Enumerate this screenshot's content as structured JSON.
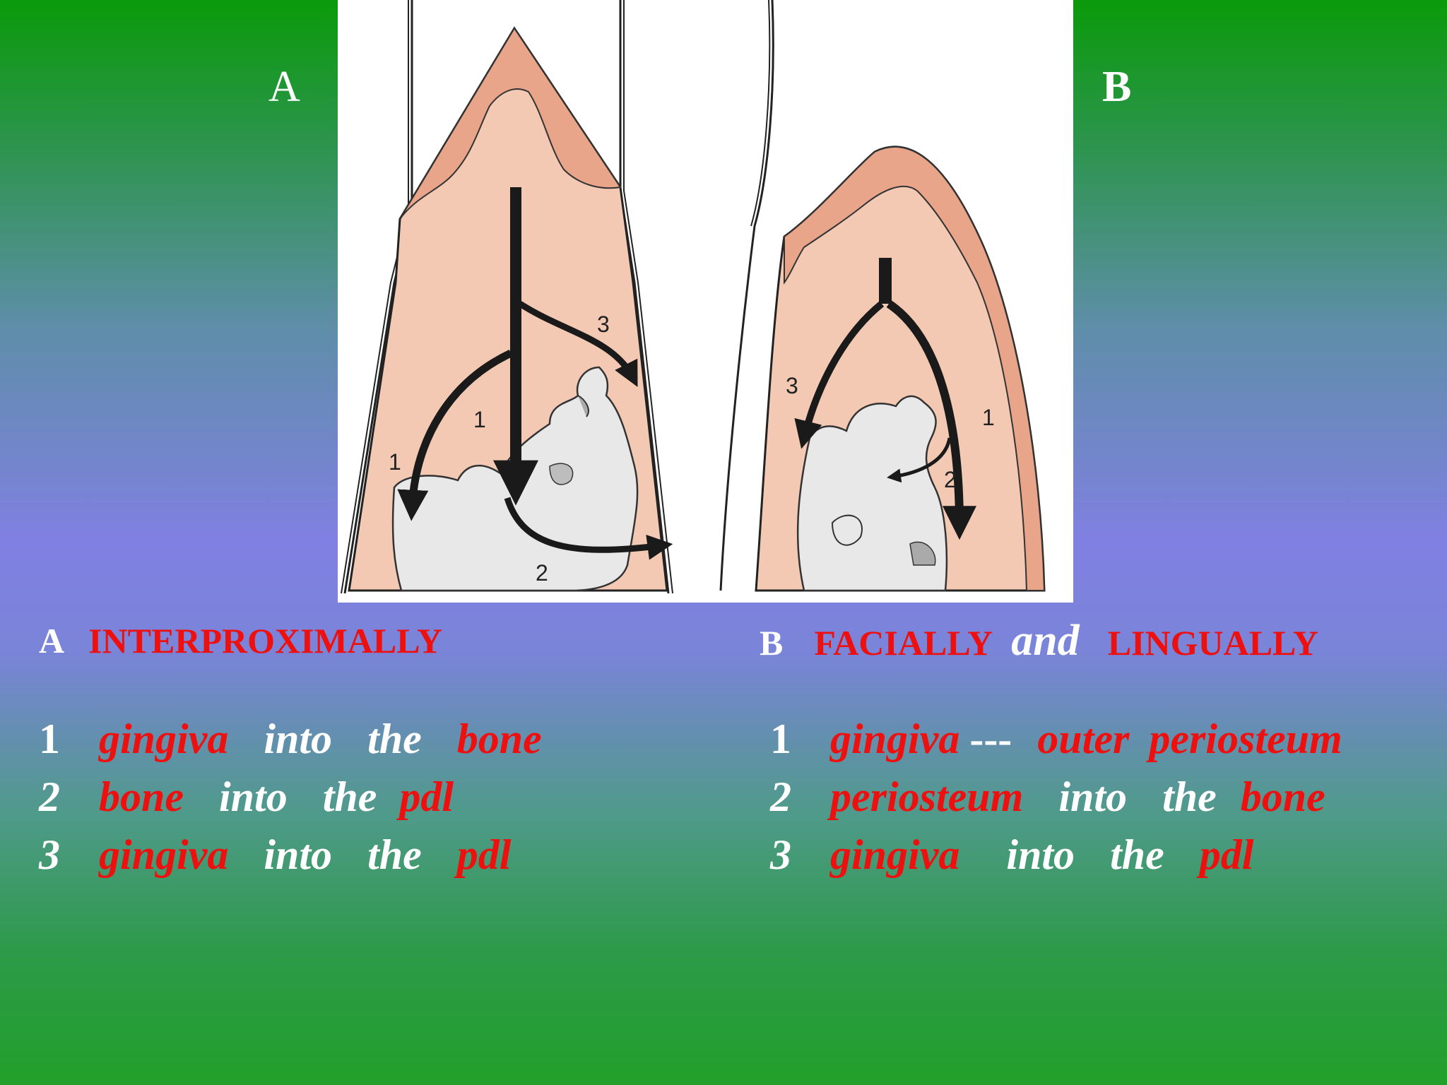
{
  "panels": {
    "a_letter": "A",
    "b_letter": "B"
  },
  "figure": {
    "labels_a": [
      "1",
      "1",
      "2",
      "3"
    ],
    "labels_b": [
      "3",
      "1",
      "2"
    ]
  },
  "left": {
    "header_letter": "A",
    "header_title": "INTERPROXIMALLY",
    "items": [
      {
        "num": "1",
        "parts": [
          "gingiva",
          "into",
          "the",
          "bone"
        ]
      },
      {
        "num": "2",
        "parts": [
          "bone",
          "into",
          "the",
          "pdl"
        ]
      },
      {
        "num": "3",
        "parts": [
          "gingiva",
          "into",
          "the",
          "pdl"
        ]
      }
    ]
  },
  "right": {
    "header_letter": "B",
    "header_title_1": "FACIALLY",
    "header_and": "and",
    "header_title_2": "LINGUALLY",
    "items": [
      {
        "num": "1",
        "parts": [
          "gingiva",
          "---",
          "outer",
          "periosteum"
        ]
      },
      {
        "num": "2",
        "parts": [
          "periosteum",
          "into",
          "the",
          "bone"
        ]
      },
      {
        "num": "3",
        "parts": [
          "gingiva",
          "into",
          "the",
          "pdl"
        ]
      }
    ]
  },
  "colors": {
    "red_text": "#ee0f0f",
    "white_text": "#ffffff",
    "tissue": "#f4c9b4",
    "gingiva_dark": "#e9a58a",
    "bone": "#e6e6e6"
  }
}
